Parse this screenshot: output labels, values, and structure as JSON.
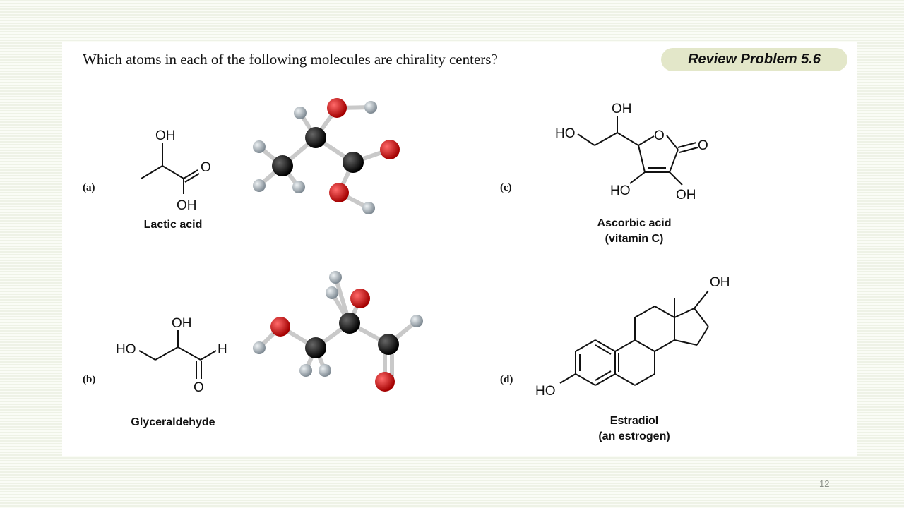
{
  "question": "Which atoms in each of the following molecules are chirality centers?",
  "badge": "Review Problem 5.6",
  "parts": {
    "a": {
      "label": "(a)",
      "name": "Lactic acid",
      "atoms": {
        "oh_top": "OH",
        "o_double": "O",
        "oh_bottom": "OH"
      }
    },
    "b": {
      "label": "(b)",
      "name": "Glyceraldehyde",
      "atoms": {
        "oh_top": "OH",
        "ho_left": "HO",
        "h": "H",
        "o_bottom": "O"
      }
    },
    "c": {
      "label": "(c)",
      "name_line1": "Ascorbic acid",
      "name_line2": "(vitamin C)",
      "atoms": {
        "oh_top": "OH",
        "ho_left": "HO",
        "o_ring": "O",
        "o_double": "O",
        "ho_bottom": "HO",
        "oh_bottom": "OH"
      }
    },
    "d": {
      "label": "(d)",
      "name_line1": "Estradiol",
      "name_line2": "(an estrogen)",
      "atoms": {
        "oh_top": "OH",
        "ho_left": "HO"
      }
    }
  },
  "atom_colors": {
    "carbon": "#111111",
    "oxygen": "#c8141a",
    "hydrogen": "#9aa3ab",
    "bond": "#d6d6d6"
  },
  "page_number": "12"
}
